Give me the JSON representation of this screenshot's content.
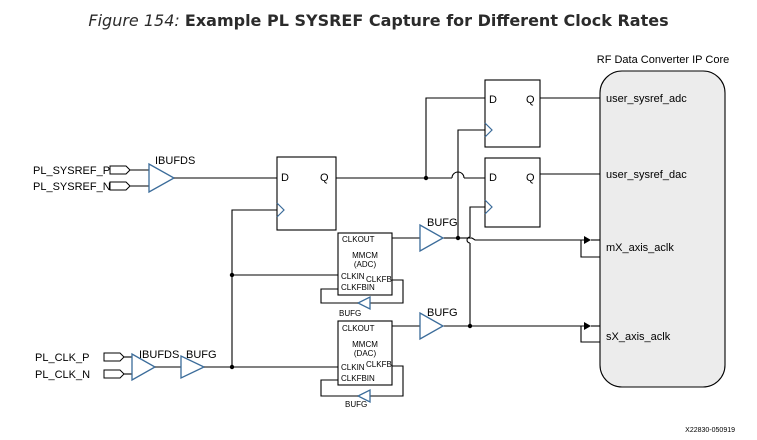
{
  "caption": {
    "number": "Figure 154:",
    "title": "Example PL SYSREF Capture for Different Clock Rates"
  },
  "ip_core": {
    "title": "RF Data Converter IP Core",
    "ports": [
      "user_sysref_adc",
      "user_sysref_dac",
      "mX_axis_aclk",
      "sX_axis_aclk"
    ]
  },
  "inputs": {
    "sysref_p": "PL_SYSREF_P",
    "sysref_n": "PL_SYSREF_N",
    "clk_p": "PL_CLK_P",
    "clk_n": "PL_CLK_N"
  },
  "buffers": {
    "ibufds": "IBUFDS",
    "bufg": "BUFG"
  },
  "flipflop": {
    "d": "D",
    "q": "Q"
  },
  "mmcm_adc": {
    "clkout": "CLKOUT",
    "name": "MMCM",
    "sub": "(ADC)",
    "clkin": "CLKIN",
    "clkfb": "CLKFB",
    "clkfbin": "CLKFBIN"
  },
  "mmcm_dac": {
    "clkout": "CLKOUT",
    "name": "MMCM",
    "sub": "(DAC)",
    "clkin": "CLKIN",
    "clkfb": "CLKFB",
    "clkfbin": "CLKFBIN"
  },
  "figure_id": "X22830-050919"
}
